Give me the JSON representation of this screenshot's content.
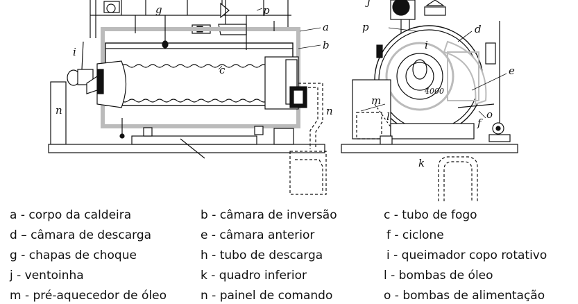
{
  "figure": {
    "side_view_labels": [
      "g",
      "p",
      "a",
      "b",
      "i",
      "c",
      "n"
    ],
    "front_view_labels": [
      "j",
      "p",
      "d",
      "i",
      "e",
      "m",
      "n",
      "l",
      "o",
      "f",
      "k"
    ],
    "gauge_text": "4000"
  },
  "legend": {
    "items": [
      "a - corpo da caldeira",
      "b - câmara de inversão",
      "c - tubo de fogo",
      "d – câmara de descarga",
      "e - câmara anterior",
      "f - ciclone",
      "g - chapas de choque",
      "h - tubo de descarga",
      "i - queimador copo rotativo",
      "j - ventoinha",
      "k - quadro inferior",
      "l - bombas de óleo",
      "m - pré-aquecedor de óleo",
      "n - painel de comando",
      "o - bombas de alimentação"
    ]
  }
}
